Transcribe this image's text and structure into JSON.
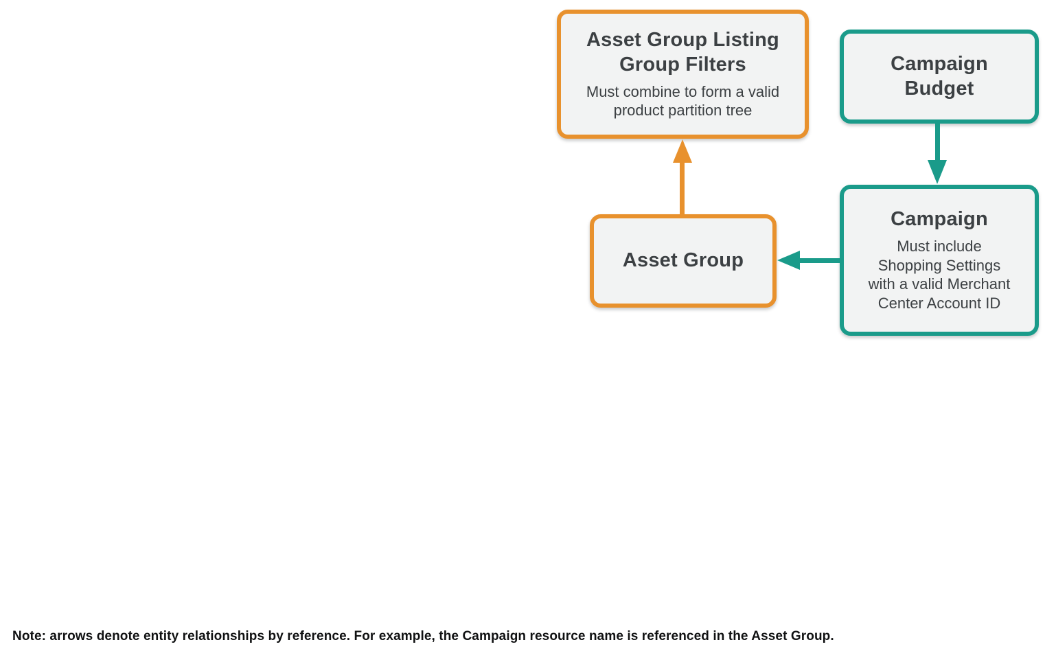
{
  "palette": {
    "orange": "#E8912D",
    "teal": "#1A9B8A",
    "box_fill": "#F2F3F3",
    "title_text": "#3C4043",
    "subtitle_text": "#3C4043",
    "note_text": "#101112",
    "page_bg": "#FFFFFF"
  },
  "nodes": {
    "asset_group_listing_group_filters": {
      "title": "Asset Group Listing\nGroup Filters",
      "subtitle": "Must combine to form a valid\nproduct partition tree",
      "accent": "orange"
    },
    "campaign_budget": {
      "title": "Campaign\nBudget",
      "accent": "teal"
    },
    "asset_group": {
      "title": "Asset Group",
      "accent": "orange"
    },
    "campaign": {
      "title": "Campaign",
      "subtitle": "Must include\nShopping Settings\nwith a valid Merchant\nCenter Account ID",
      "accent": "teal"
    }
  },
  "edges": [
    {
      "from": "asset_group",
      "to": "asset_group_listing_group_filters",
      "color": "orange",
      "direction": "up"
    },
    {
      "from": "campaign_budget",
      "to": "campaign",
      "color": "teal",
      "direction": "down"
    },
    {
      "from": "campaign",
      "to": "asset_group",
      "color": "teal",
      "direction": "left"
    }
  ],
  "note": "Note: arrows denote entity relationships by reference. For example, the Campaign resource name is referenced in the Asset Group."
}
